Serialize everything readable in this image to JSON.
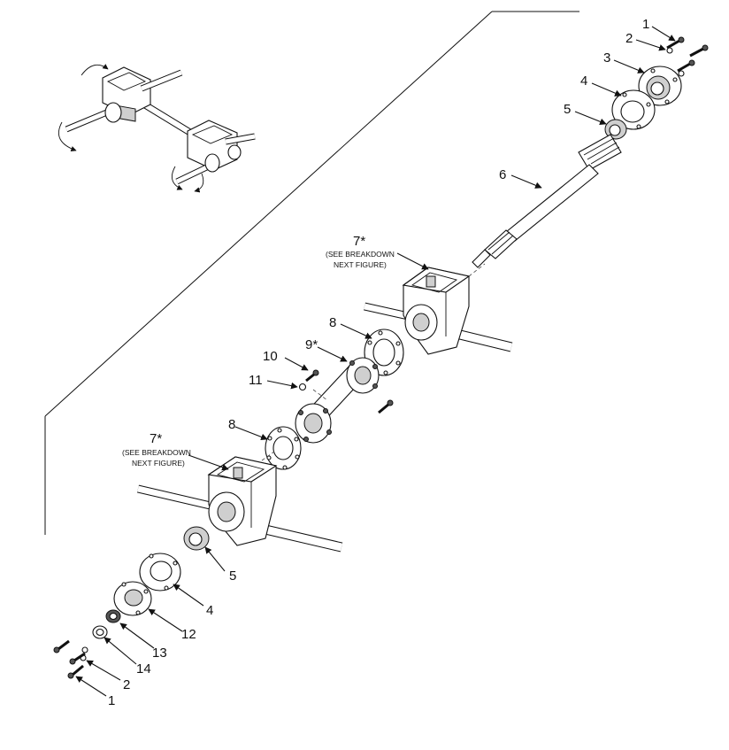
{
  "callouts": [
    {
      "id": "c1a",
      "label": "1"
    },
    {
      "id": "c2a",
      "label": "2"
    },
    {
      "id": "c3",
      "label": "3"
    },
    {
      "id": "c4a",
      "label": "4"
    },
    {
      "id": "c5a",
      "label": "5"
    },
    {
      "id": "c6",
      "label": "6"
    },
    {
      "id": "c7a",
      "label": "7*"
    },
    {
      "id": "c8a",
      "label": "8"
    },
    {
      "id": "c9",
      "label": "9*"
    },
    {
      "id": "c10",
      "label": "10"
    },
    {
      "id": "c11",
      "label": "11"
    },
    {
      "id": "c7b",
      "label": "7*"
    },
    {
      "id": "c8b",
      "label": "8"
    },
    {
      "id": "c5b",
      "label": "5"
    },
    {
      "id": "c4b",
      "label": "4"
    },
    {
      "id": "c12",
      "label": "12"
    },
    {
      "id": "c13",
      "label": "13"
    },
    {
      "id": "c14",
      "label": "14"
    },
    {
      "id": "c2b",
      "label": "2"
    },
    {
      "id": "c1b",
      "label": "1"
    }
  ],
  "notes": {
    "upper": {
      "line1": "(SEE BREAKDOWN",
      "line2": "NEXT FIGURE)"
    },
    "lower": {
      "line1": "(SEE BREAKDOWN",
      "line2": "NEXT FIGURE)"
    }
  }
}
